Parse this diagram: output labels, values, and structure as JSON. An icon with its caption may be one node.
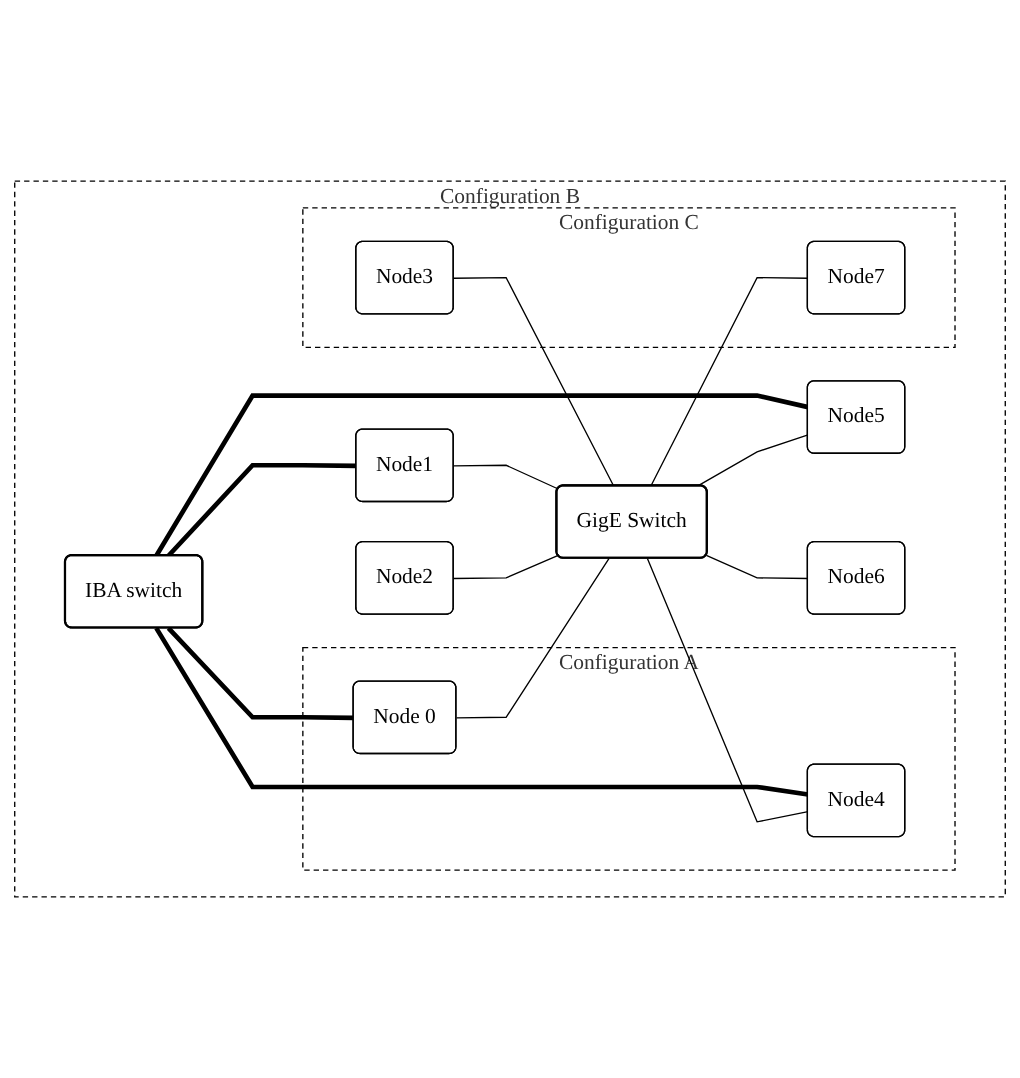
{
  "diagram": {
    "nodes": [
      {
        "text": [
          "Configuration B"
        ]
      },
      {
        "text": [
          "IBA switch"
        ],
        "in": 0
      },
      {
        "text": [
          "Configuration A"
        ],
        "in": 0
      },
      {
        "text": [
          "Node 0"
        ],
        "in": 2
      },
      {
        "text": [
          "Node4"
        ],
        "in": 2
      },
      {
        "text": [
          "Node1"
        ],
        "in": 0
      },
      {
        "text": [
          "Node5"
        ],
        "in": 0
      },
      {
        "text": [
          "GigE Switch"
        ],
        "in": 0
      },
      {
        "text": [
          "Node2"
        ],
        "in": 0
      },
      {
        "text": [
          "Node6"
        ],
        "in": 0
      },
      {
        "text": [
          "Configuration C"
        ],
        "in": 0
      },
      {
        "text": [
          "Node3"
        ],
        "in": 10
      },
      {
        "text": [
          "Node7"
        ],
        "in": 10
      }
    ],
    "edges": [
      {
        "from": 1,
        "to": 3,
        "arrow": "none",
        "style": "thick"
      },
      {
        "from": 1,
        "to": 5,
        "arrow": "none",
        "style": "thick"
      },
      {
        "from": 1,
        "to": 4,
        "arrow": "none",
        "style": "thick"
      },
      {
        "from": 1,
        "to": 6,
        "arrow": "none",
        "style": "thick"
      },
      {
        "from": 3,
        "to": 7,
        "arrow": "none"
      },
      {
        "from": 5,
        "to": 7,
        "arrow": "none"
      },
      {
        "from": 8,
        "to": 7,
        "arrow": "none"
      },
      {
        "from": 11,
        "to": 7,
        "arrow": "none"
      },
      {
        "from": 7,
        "to": 4,
        "arrow": "none"
      },
      {
        "from": 7,
        "to": 6,
        "arrow": "none"
      },
      {
        "from": 7,
        "to": 9,
        "arrow": "none"
      },
      {
        "from": 7,
        "to": 12,
        "arrow": "none"
      }
    ]
  }
}
